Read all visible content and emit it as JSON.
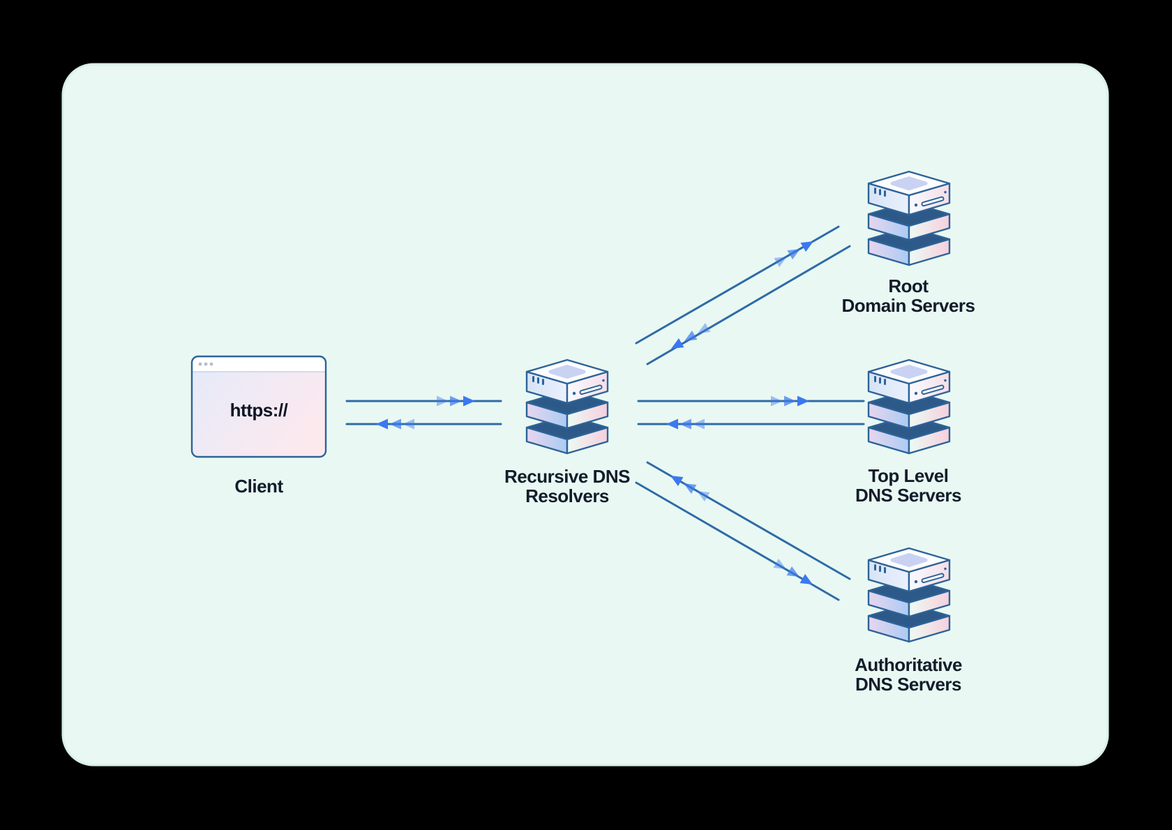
{
  "page": {
    "background": "#000000"
  },
  "card": {
    "background": "#e9f8f2",
    "border": "#d9f0e7"
  },
  "colors": {
    "line": "#2e6ba8",
    "arrow": "#3b78f0",
    "icon_outline": "#2d6398",
    "label": "#131c2b",
    "slab_top": "#2c5988",
    "diamond": "#c9d2f2"
  },
  "nodes": {
    "client": {
      "label": "Client",
      "url_text": "https://",
      "icon": "browser-window-icon"
    },
    "resolver": {
      "label_line1": "Recursive DNS",
      "label_line2": "Resolvers",
      "icon": "server-stack-icon"
    },
    "root": {
      "label_line1": "Root",
      "label_line2": "Domain Servers",
      "icon": "server-stack-icon"
    },
    "tld": {
      "label_line1": "Top Level",
      "label_line2": "DNS Servers",
      "icon": "server-stack-icon"
    },
    "authoritative": {
      "label_line1": "Authoritative",
      "label_line2": "DNS Servers",
      "icon": "server-stack-icon"
    }
  },
  "edges": [
    {
      "from": "Client",
      "to": "Recursive DNS Resolvers",
      "direction": "bidirectional"
    },
    {
      "from": "Recursive DNS Resolvers",
      "to": "Root Domain Servers",
      "direction": "bidirectional"
    },
    {
      "from": "Recursive DNS Resolvers",
      "to": "Top Level DNS Servers",
      "direction": "bidirectional"
    },
    {
      "from": "Recursive DNS Resolvers",
      "to": "Authoritative DNS Servers",
      "direction": "bidirectional"
    }
  ]
}
